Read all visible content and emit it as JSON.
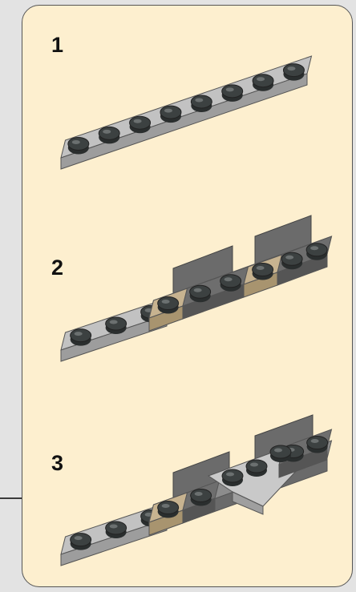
{
  "steps": [
    {
      "number": "1"
    },
    {
      "number": "2"
    },
    {
      "number": "3"
    }
  ],
  "colors": {
    "background": "#e3e3e3",
    "panel": "#fdefcf",
    "plate_light_gray": "#b4b4b4",
    "plate_dark_gray": "#5e5e5e",
    "tan_plate": "#c7b390",
    "stud_dark": "#3c4141"
  }
}
